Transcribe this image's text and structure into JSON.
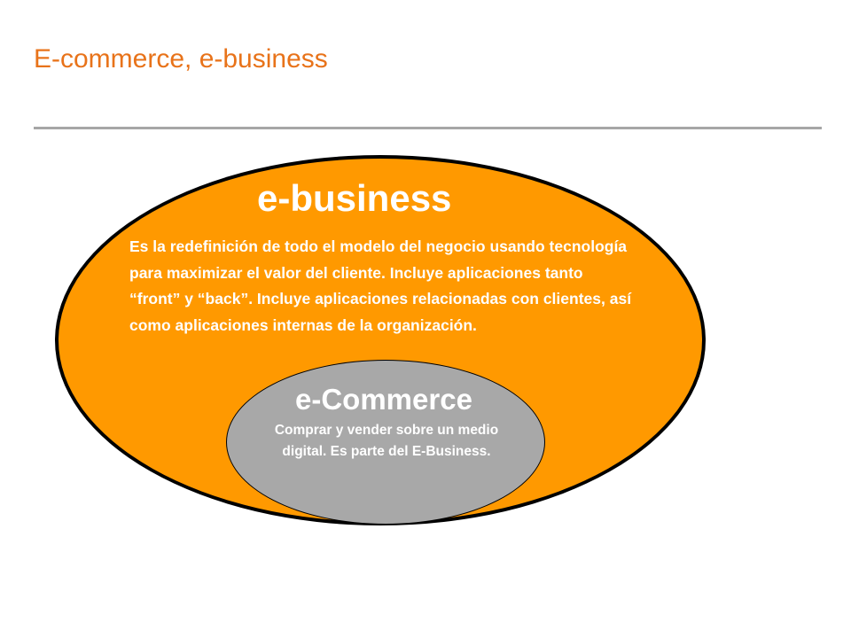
{
  "slide": {
    "title": "E-commerce, e-business"
  },
  "diagram": {
    "outer": {
      "label": "e-business",
      "description": "Es la redefinición de todo el modelo del negocio usando tecnología para maximizar el valor del cliente.  Incluye aplicaciones tanto “front” y “back”.  Incluye aplicaciones relacionadas con clientes, así como aplicaciones internas de la organización.",
      "fill_color": "#ff9900"
    },
    "inner": {
      "label": "e-Commerce",
      "description": "Comprar y vender sobre un medio digital. Es parte del E-Business.",
      "fill_color": "#a8a8a8"
    }
  },
  "colors": {
    "title": "#e8731a",
    "rule": "#a6a6a6",
    "text_on_shapes": "#ffffff"
  }
}
